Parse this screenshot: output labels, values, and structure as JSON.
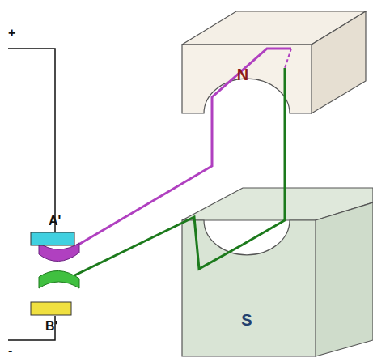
{
  "diagram": {
    "nodes": [
      {
        "text": [
          "N"
        ]
      },
      {
        "text": [
          "S"
        ]
      }
    ],
    "labels": [
      "+",
      "A'",
      "B'",
      "-"
    ]
  }
}
